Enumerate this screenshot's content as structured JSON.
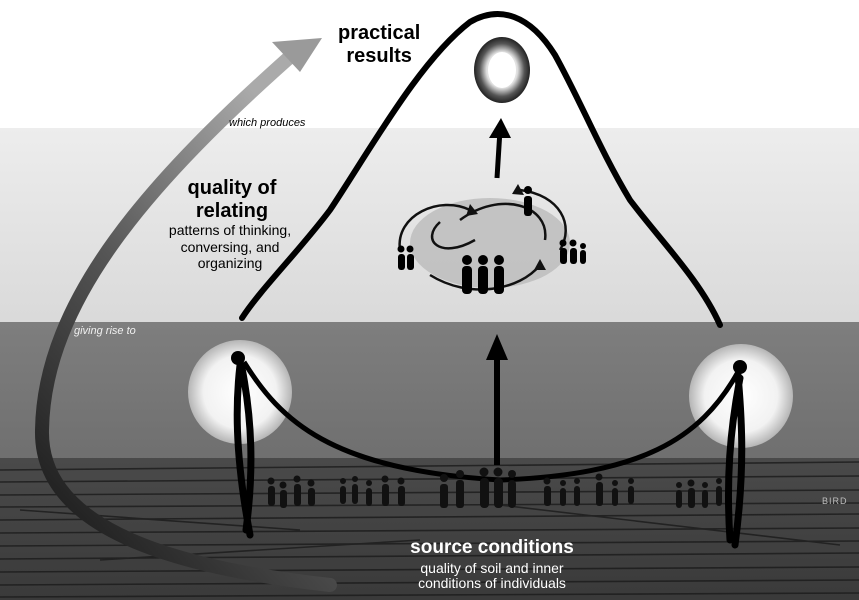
{
  "practical_results": {
    "title": "practical\nresults"
  },
  "arrow_labels": {
    "which_produces": "which produces",
    "giving_rise_to": "giving rise to"
  },
  "quality_of_relating": {
    "title": "quality of\nrelating",
    "subtitle": "patterns of thinking,\nconversing, and\norganizing"
  },
  "source_conditions": {
    "title": "source conditions",
    "subtitle": "quality of soil and inner\nconditions of individuals"
  },
  "signature": "BIRD"
}
